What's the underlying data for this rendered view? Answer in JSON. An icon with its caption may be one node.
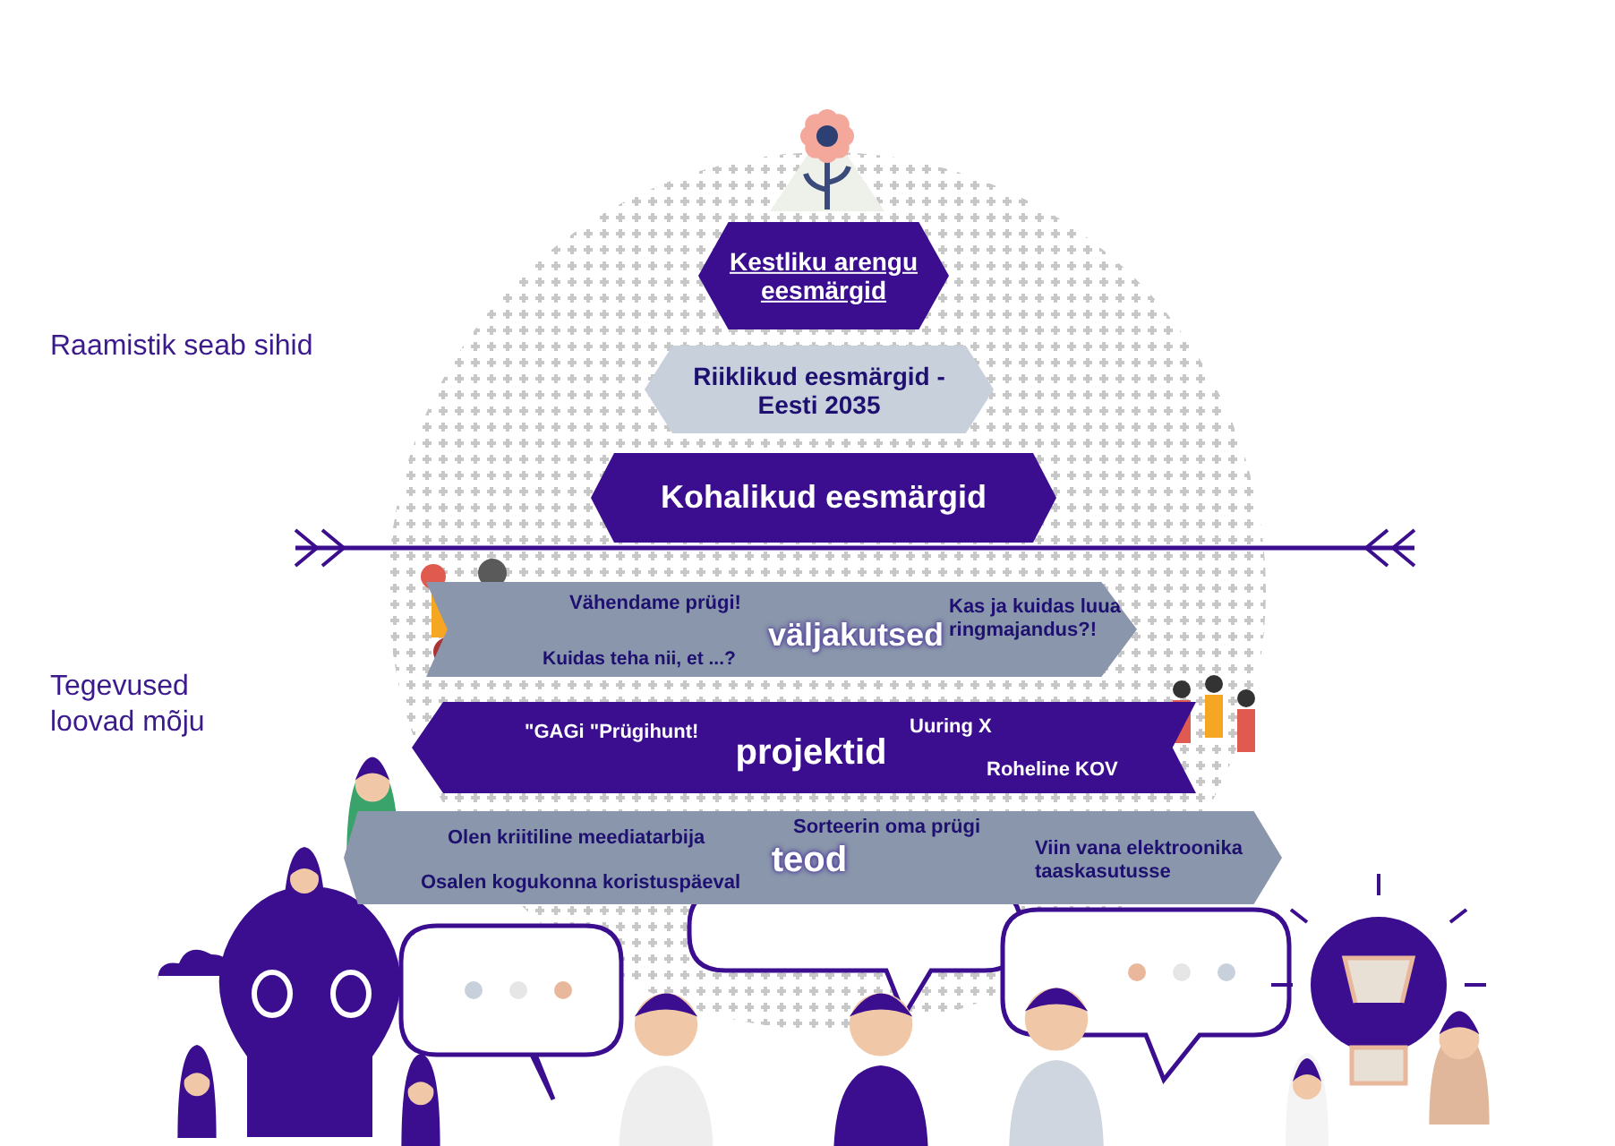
{
  "diagram": {
    "nodes": [
      {
        "text": [
          "Kestliku arengu eesmärgid"
        ]
      },
      {
        "text": [
          "Riiklikud eesmärgid - Eesti 2035"
        ]
      },
      {
        "text": [
          "Kohalikud eesmärgid"
        ]
      },
      {
        "text": [
          "väljakutsed",
          "Vähendame prügi!",
          "Kuidas teha nii, et ...?",
          "Kas ja kuidas luua ringmajandus?!"
        ]
      },
      {
        "text": [
          "projektid",
          "\"GAGi \"Prügihunt!",
          "Uuring X",
          "Roheline KOV"
        ]
      },
      {
        "text": [
          "teod",
          "Olen kriitiline meediatarbija",
          "Osalen kogukonna koristuspäeval",
          "Sorteerin oma prügi",
          "Viin vana elektroonika taaskasutusse"
        ]
      }
    ],
    "labels": [
      "Raamistik seab sihid",
      "Tegevused loovad mõju"
    ]
  }
}
